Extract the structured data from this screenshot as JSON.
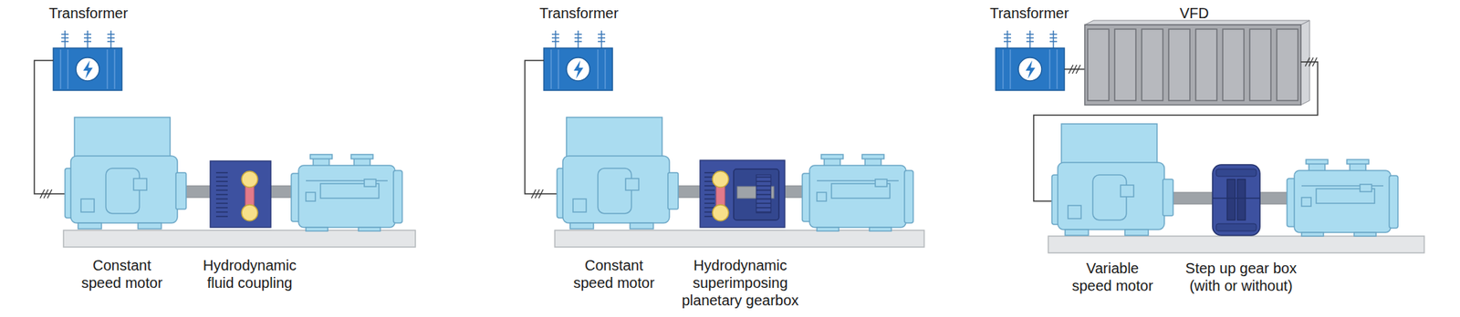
{
  "diagram": {
    "labels": [
      "Transformer",
      "Transformer",
      "Transformer",
      "VFD",
      "Constant speed motor",
      "Hydrodynamic fluid coupling",
      "Constant speed motor",
      "Hydrodynamic superimposing planetary gearbox",
      "Variable speed motor",
      "Step up gear box (with or without)"
    ]
  }
}
